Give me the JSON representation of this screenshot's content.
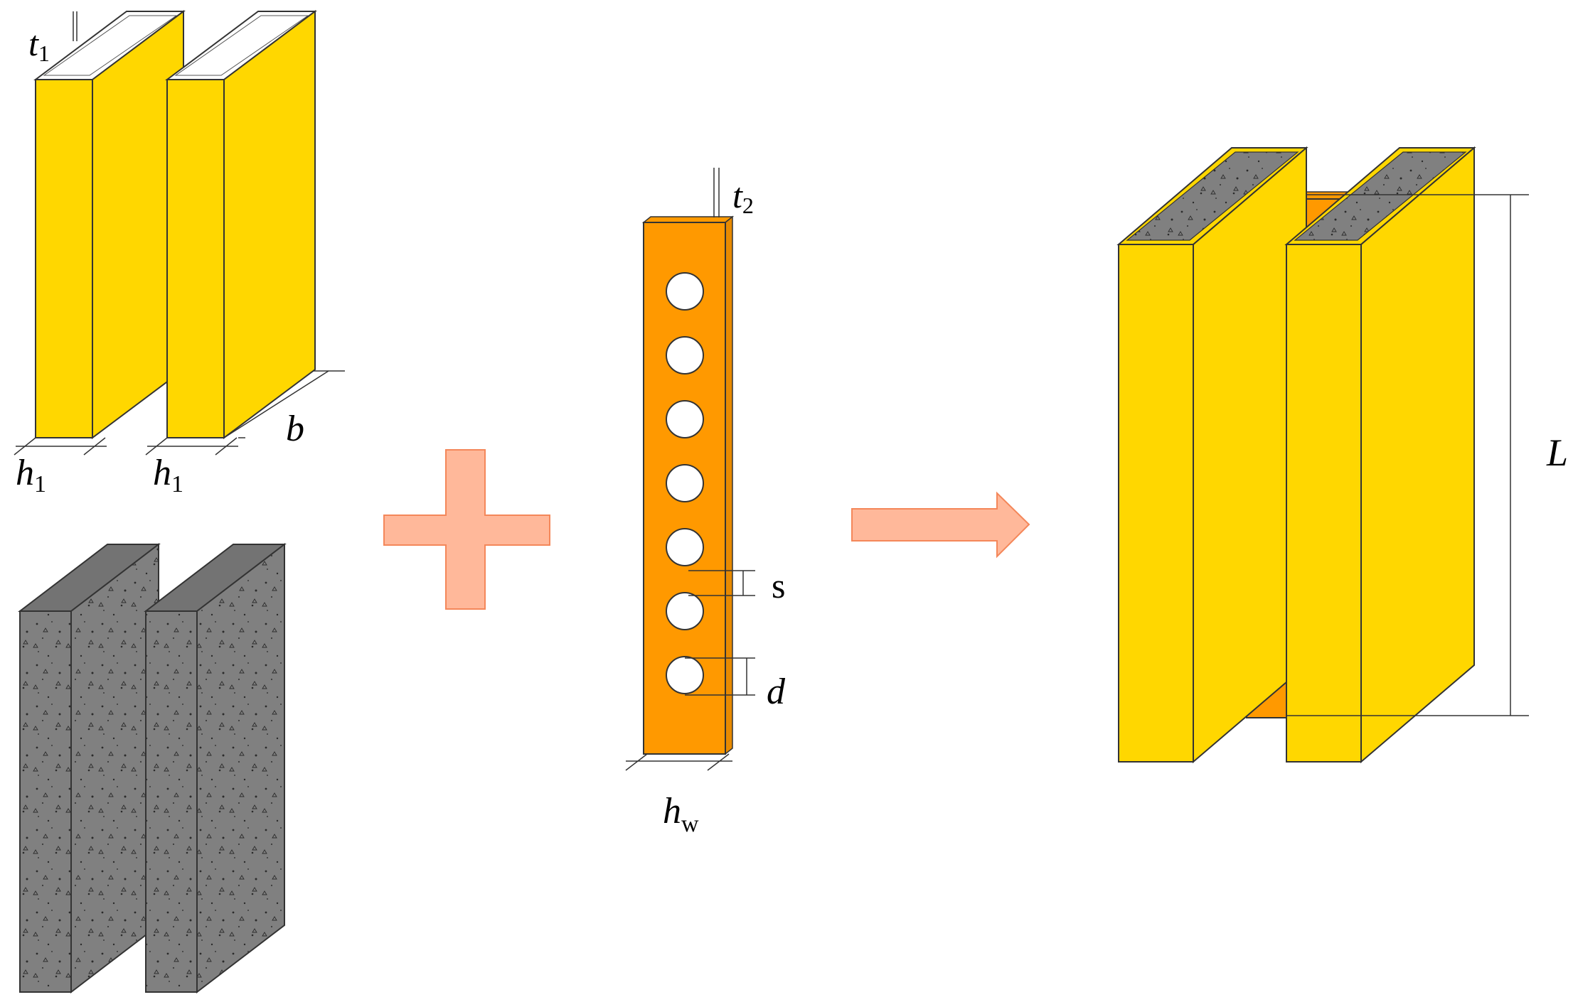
{
  "labels": {
    "t1": {
      "main": "t",
      "sub": "1"
    },
    "h1a": {
      "main": "h",
      "sub": "1"
    },
    "h1b": {
      "main": "h",
      "sub": "1"
    },
    "b": "b",
    "t2": {
      "main": "t",
      "sub": "2"
    },
    "s": "s",
    "d": "d",
    "hw": {
      "main": "h",
      "sub": "w"
    },
    "L": "L"
  },
  "colors": {
    "steel_front": "#FFD700",
    "steel_side": "#FFD700",
    "web_plate": "#FF9900",
    "concrete": "#808080",
    "concrete_top": "#737373",
    "operator": "#FFB89A",
    "operator_stroke": "#F4875A",
    "outline": "#333333"
  },
  "web_plate": {
    "hole_count": 7
  }
}
